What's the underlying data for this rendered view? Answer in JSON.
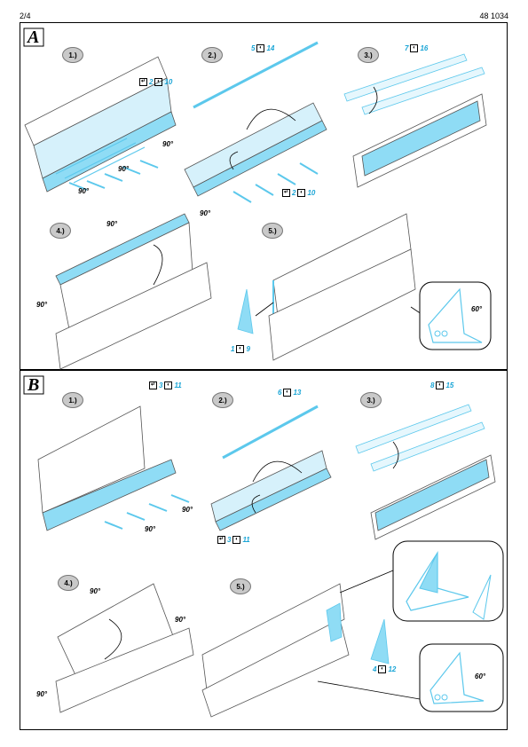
{
  "header": {
    "page": "2/4",
    "code": "48 1034"
  },
  "panelA": {
    "label": "A",
    "steps": [
      "1.)",
      "2.)",
      "3.)",
      "4.)",
      "5.)"
    ],
    "refs": [
      {
        "a": "2",
        "b": "10"
      },
      {
        "a": "5",
        "b": "14"
      },
      {
        "a": "2",
        "b": "10"
      },
      {
        "a": "7",
        "b": "16"
      },
      {
        "a": "1",
        "b": "9"
      }
    ],
    "angles": [
      "90°",
      "90°",
      "90°",
      "90°",
      "90°",
      "90°",
      "60°"
    ]
  },
  "panelB": {
    "label": "B",
    "steps": [
      "1.)",
      "2.)",
      "3.)",
      "4.)",
      "5.)"
    ],
    "refs": [
      {
        "a": "3",
        "b": "11"
      },
      {
        "a": "6",
        "b": "13"
      },
      {
        "a": "3",
        "b": "11"
      },
      {
        "a": "8",
        "b": "15"
      },
      {
        "a": "4",
        "b": "12"
      }
    ],
    "angles": [
      "90°",
      "90°",
      "90°",
      "90°",
      "90°",
      "60°"
    ]
  },
  "colors": {
    "part": "#5cc8ec",
    "accent": "#1aa5d6",
    "line": "#555555"
  }
}
